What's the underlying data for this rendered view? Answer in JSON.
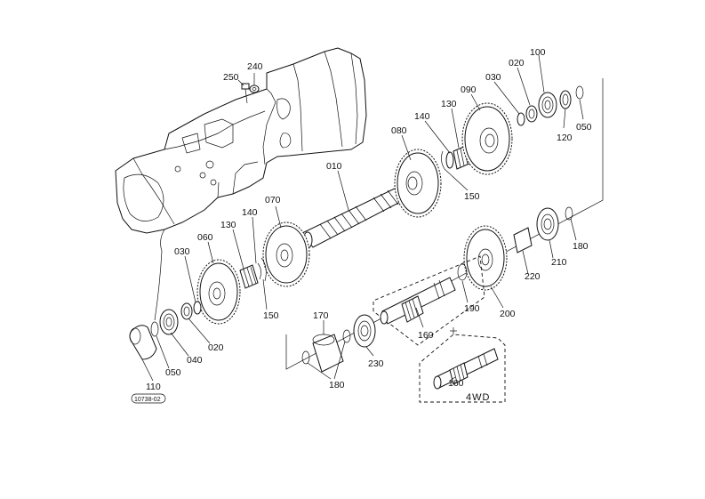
{
  "diagram": {
    "part_labels": [
      {
        "id": "p250",
        "text": "250"
      },
      {
        "id": "p240",
        "text": "240"
      },
      {
        "id": "p010",
        "text": "010"
      },
      {
        "id": "p080",
        "text": "080"
      },
      {
        "id": "p140a",
        "text": "140"
      },
      {
        "id": "p130a",
        "text": "130"
      },
      {
        "id": "p090",
        "text": "090"
      },
      {
        "id": "p030a",
        "text": "030"
      },
      {
        "id": "p020a",
        "text": "020"
      },
      {
        "id": "p100",
        "text": "100"
      },
      {
        "id": "p120",
        "text": "120"
      },
      {
        "id": "p050a",
        "text": "050"
      },
      {
        "id": "p150a",
        "text": "150"
      },
      {
        "id": "p070",
        "text": "070"
      },
      {
        "id": "p140b",
        "text": "140"
      },
      {
        "id": "p130b",
        "text": "130"
      },
      {
        "id": "p060",
        "text": "060"
      },
      {
        "id": "p030b",
        "text": "030"
      },
      {
        "id": "p150b",
        "text": "150"
      },
      {
        "id": "p020b",
        "text": "020"
      },
      {
        "id": "p040",
        "text": "040"
      },
      {
        "id": "p050b",
        "text": "050"
      },
      {
        "id": "p110",
        "text": "110"
      },
      {
        "id": "p180a",
        "text": "180"
      },
      {
        "id": "p210",
        "text": "210"
      },
      {
        "id": "p220",
        "text": "220"
      },
      {
        "id": "p190",
        "text": "190"
      },
      {
        "id": "p200",
        "text": "200"
      },
      {
        "id": "p160a",
        "text": "160"
      },
      {
        "id": "p170",
        "text": "170"
      },
      {
        "id": "p230",
        "text": "230"
      },
      {
        "id": "p180b",
        "text": "180"
      },
      {
        "id": "p160b",
        "text": "160"
      }
    ],
    "variant_label": "4WD",
    "drawing_number": "10738-02"
  }
}
